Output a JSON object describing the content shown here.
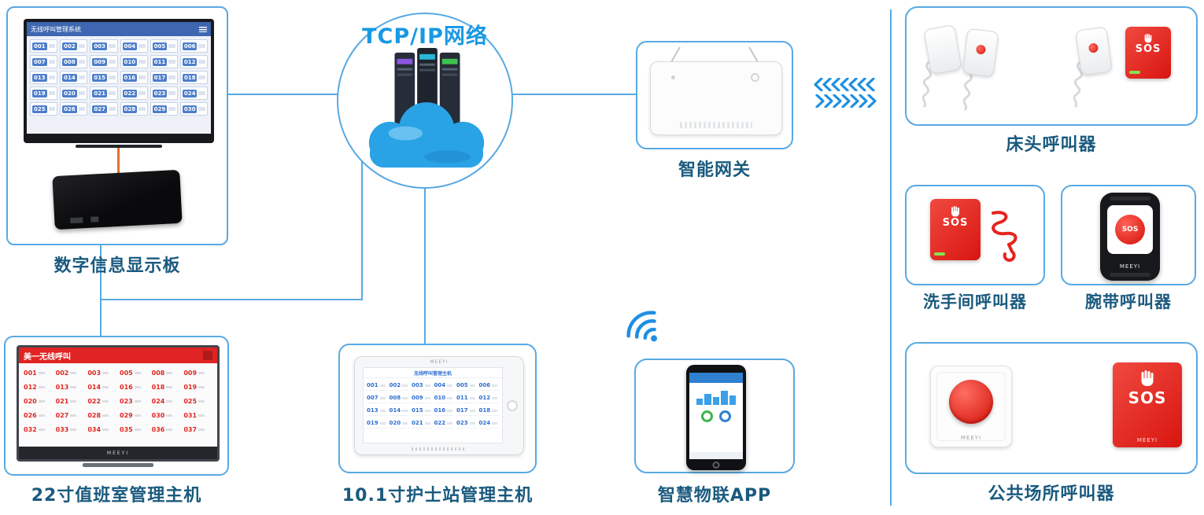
{
  "colors": {
    "accent_blue": "#58a9e3",
    "label_blue": "#1a5a7e",
    "network_title_blue": "#1899e3",
    "sos_red": "#e6241f",
    "display_header_blue": "#3f66b0",
    "duty_header_red": "#e02423",
    "cable_orange": "#e2702a"
  },
  "network": {
    "label": "TCP/IP网络"
  },
  "display_board": {
    "label": "数字信息显示板",
    "screen_title": "无线呼叫管理系统",
    "cells": [
      "001",
      "002",
      "003",
      "004",
      "005",
      "006",
      "007",
      "008",
      "009",
      "010",
      "011",
      "012",
      "013",
      "014",
      "015",
      "016",
      "017",
      "018",
      "019",
      "020",
      "021",
      "022",
      "023",
      "024",
      "025",
      "026",
      "027",
      "028",
      "029",
      "030"
    ]
  },
  "gateway": {
    "label": "智能网关"
  },
  "bedside": {
    "label": "床头呼叫器",
    "sos": "SOS"
  },
  "washroom": {
    "label": "洗手间呼叫器",
    "sos": "SOS"
  },
  "wristband": {
    "label": "腕带呼叫器",
    "sos": "SOS",
    "brand": "MEEYI"
  },
  "public": {
    "label": "公共场所呼叫器",
    "sos": "SOS",
    "plate_brand": "MEEYI",
    "sos_brand": "MEEYI"
  },
  "duty_host": {
    "label": "22寸值班室管理主机",
    "screen_title": "美一无线呼叫",
    "brand": "MEEYI",
    "cells": [
      "001",
      "002",
      "003",
      "005",
      "008",
      "009",
      "012",
      "013",
      "014",
      "016",
      "018",
      "019",
      "020",
      "021",
      "022",
      "023",
      "024",
      "025",
      "026",
      "027",
      "028",
      "029",
      "030",
      "031",
      "032",
      "033",
      "034",
      "035",
      "036",
      "037"
    ]
  },
  "nurse_host": {
    "label": "10.1寸护士站管理主机",
    "screen_title": "无线呼叫管理主机",
    "brand": "MEEYI",
    "cells": [
      "001",
      "002",
      "003",
      "004",
      "005",
      "006",
      "007",
      "008",
      "009",
      "010",
      "011",
      "012",
      "013",
      "014",
      "015",
      "016",
      "017",
      "018",
      "019",
      "020",
      "021",
      "022",
      "023",
      "024"
    ]
  },
  "app": {
    "label": "智慧物联APP"
  }
}
